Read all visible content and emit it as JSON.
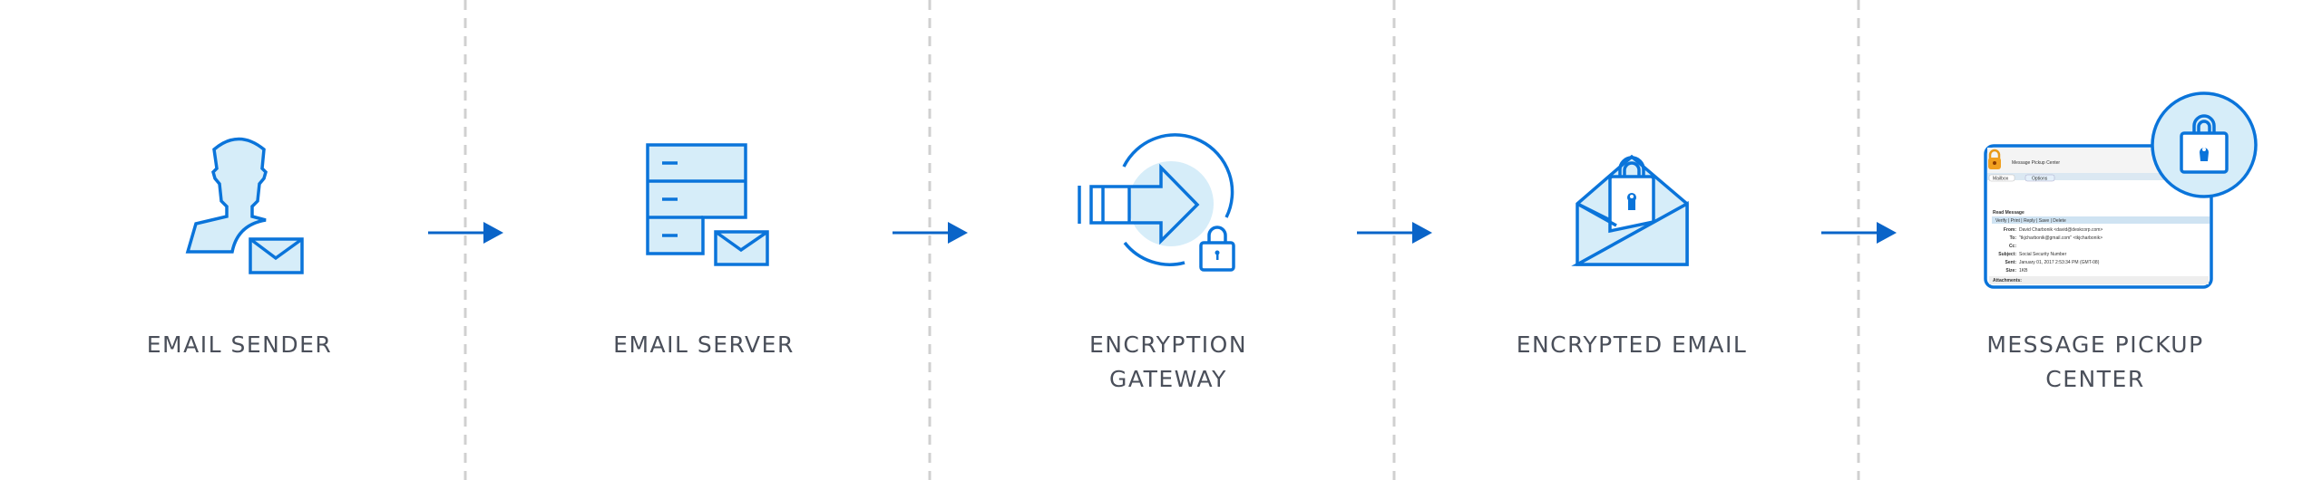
{
  "colors": {
    "accent": "#0a74da",
    "fill": "#d6edf9",
    "divider": "#d0d0d0",
    "text": "#4a4f5a"
  },
  "steps": [
    {
      "label_lines": [
        "EMAIL SENDER"
      ],
      "icon": "user-with-envelope-icon"
    },
    {
      "label_lines": [
        "EMAIL SERVER"
      ],
      "icon": "server-with-envelope-icon"
    },
    {
      "label_lines": [
        "ENCRYPTION",
        "GATEWAY"
      ],
      "icon": "encryption-arrow-lock-icon"
    },
    {
      "label_lines": [
        "ENCRYPTED EMAIL"
      ],
      "icon": "envelope-lock-icon"
    },
    {
      "label_lines": [
        "MESSAGE PICKUP",
        "CENTER"
      ],
      "icon": "pickup-window-lock-icon"
    }
  ],
  "pickup_window": {
    "title": "Message Pickup Center",
    "tabs": [
      "Mailbox",
      "Options"
    ],
    "heading": "Read Message",
    "toolbar": "Verify | Print | Reply | Save | Delete",
    "fields": [
      {
        "k": "From:",
        "v": "David Charbonik <david@deskcorp.com>"
      },
      {
        "k": "To:",
        "v": "\"tkjcharbonik@gmail.com\" <tkjcharbonik>"
      },
      {
        "k": "Cc:",
        "v": ""
      },
      {
        "k": "Subject:",
        "v": "Social Security Number"
      },
      {
        "k": "Sent:",
        "v": "January 01, 2017 2:53:34 PM (GMT-08)"
      },
      {
        "k": "Size:",
        "v": "1KB"
      }
    ],
    "attachments": "Attachments:"
  }
}
